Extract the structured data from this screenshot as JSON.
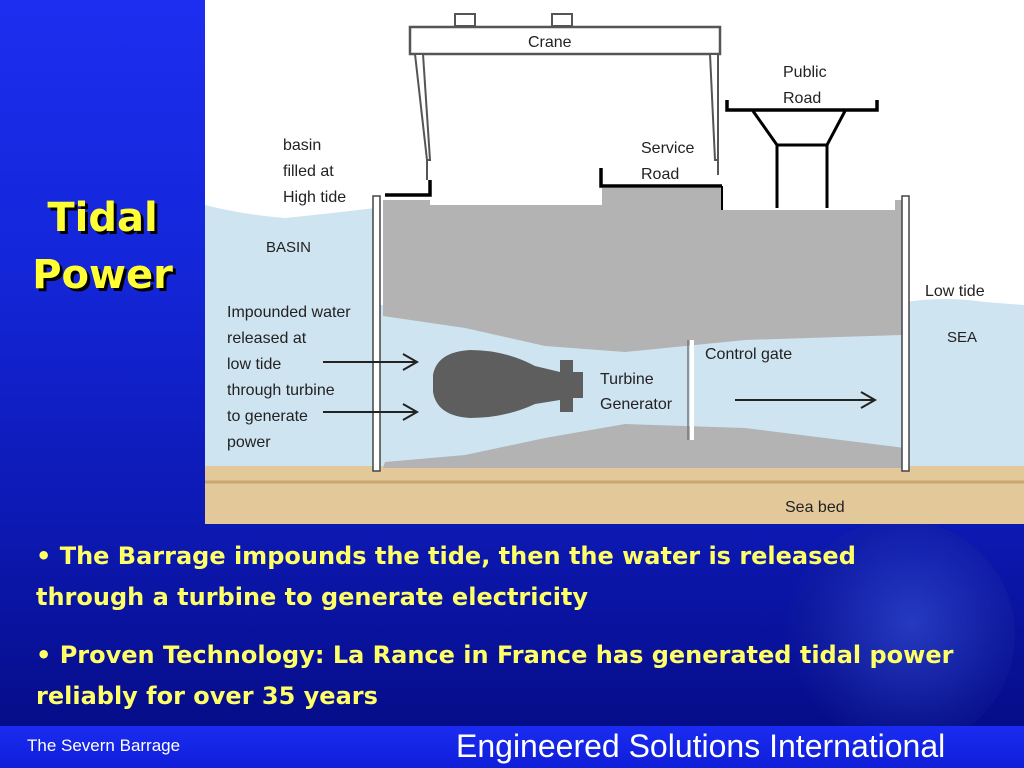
{
  "slide": {
    "title_line1": "Tidal",
    "title_line2": "Power"
  },
  "diagram": {
    "labels": {
      "crane": "Crane",
      "public_road_1": "Public",
      "public_road_2": "Road",
      "basin_filled_1": "basin",
      "basin_filled_2": "filled at",
      "basin_filled_3": "High tide",
      "service_road_1": "Service",
      "service_road_2": "Road",
      "basin": "BASIN",
      "low_tide": "Low tide",
      "sea": "SEA",
      "impounded_1": "Impounded water",
      "impounded_2": "released at",
      "impounded_3": "low tide",
      "impounded_4": "through turbine",
      "impounded_5": "to generate",
      "impounded_6": "power",
      "control_gate": "Control gate",
      "turbine_1": "Turbine",
      "turbine_2": "Generator",
      "sea_bed": "Sea bed"
    },
    "colors": {
      "water": "#cfe4f1",
      "concrete": "#b3b3b3",
      "turbine": "#5e5e5e",
      "seabed": "#e3c99a"
    }
  },
  "bullets": [
    "• The Barrage impounds the tide, then the water is released through a turbine to generate electricity",
    "•  Proven Technology: La Rance in France has generated tidal power reliably for over 35 years"
  ],
  "footer": {
    "left": "The Severn Barrage",
    "right": "Engineered Solutions International"
  }
}
